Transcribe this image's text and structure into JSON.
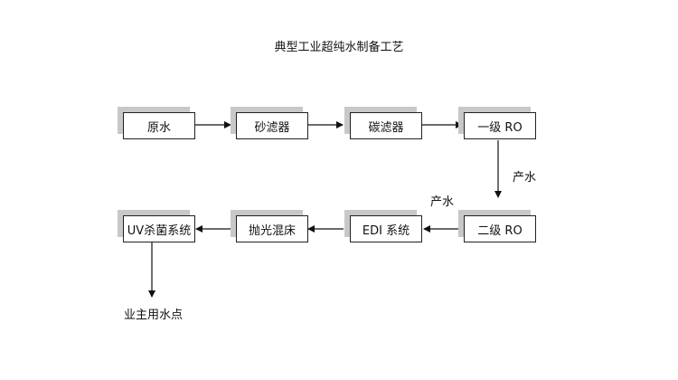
{
  "title": "典型工业超纯水制备工艺",
  "nodes": {
    "raw_water": "原水",
    "sand_filter": "砂滤器",
    "carbon_filter": "碳滤器",
    "ro_stage_1": "一级 RO",
    "ro_stage_2": "二级 RO",
    "edi_system": "EDI 系统",
    "polishing_mixed_bed": "抛光混床",
    "uv_sterilization": "UV杀菌系统"
  },
  "labels": {
    "product_water_1": "产水",
    "product_water_2": "产水",
    "point_of_use": "业主用水点"
  }
}
